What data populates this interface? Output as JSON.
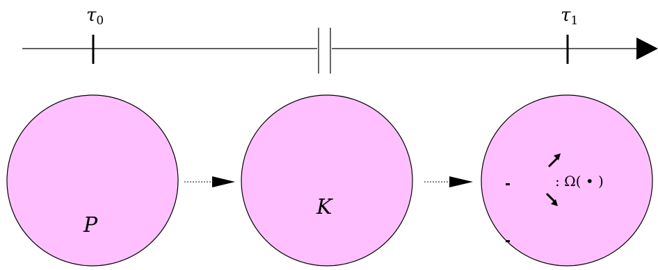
{
  "timeline": {
    "markers": [
      {
        "symbol": "τ",
        "subscript": "0"
      },
      {
        "symbol": "τ",
        "subscript": "1"
      }
    ]
  },
  "states": [
    {
      "label": "P"
    },
    {
      "label": "K"
    },
    {
      "label": ""
    }
  ],
  "annotation": {
    "text": ": Ω( • )"
  },
  "colors": {
    "circle_fill": "#FFC0FF",
    "stroke": "#000000"
  },
  "icons": {
    "break": "double-slash-break-icon",
    "arrowhead": "triangle-arrowhead-icon"
  }
}
